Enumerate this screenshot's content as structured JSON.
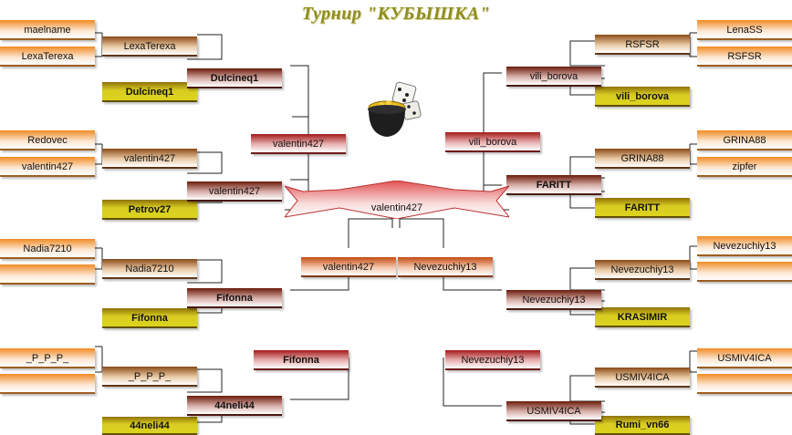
{
  "title": "Турнир \"КУБЫШКА\"",
  "icons": {
    "center": "pot-of-gold-and-dice-icon"
  },
  "colors": {
    "title": "#8f8d1c",
    "connector": "#222222"
  },
  "left": {
    "round1": [
      "maelname",
      "LexaTerexa",
      "Redovec",
      "valentin427",
      "Nadia7210",
      "",
      "_P_P_P_",
      ""
    ],
    "round2": [
      "LexaTerexa",
      "Dulcineq1",
      "valentin427",
      "Petrov27",
      "Nadia7210",
      "Fifonna",
      "_P_P_P_",
      "44neli44"
    ],
    "round3": [
      "Dulcineq1",
      "valentin427",
      "Fifonna",
      "44neli44"
    ],
    "round4": [
      "valentin427",
      "Fifonna"
    ],
    "semi": "valentin427"
  },
  "right": {
    "round1": [
      "LenaSS",
      "RSFSR",
      "GRINA88",
      "zipfer",
      "Nevezuchiy13",
      "",
      "USMIV4ICA",
      ""
    ],
    "round2": [
      "RSFSR",
      "vili_borova",
      "GRINA88",
      "FARITT",
      "Nevezuchiy13",
      "KRASIMIR",
      "USMIV4ICA",
      "Rumi_vn66"
    ],
    "round3": [
      "vili_borova",
      "FARITT",
      "Nevezuchiy13",
      "USMIV4ICA"
    ],
    "round4": [
      "vili_borova",
      "Nevezuchiy13"
    ],
    "semi": "Nevezuchiy13"
  },
  "champion": "valentin427"
}
